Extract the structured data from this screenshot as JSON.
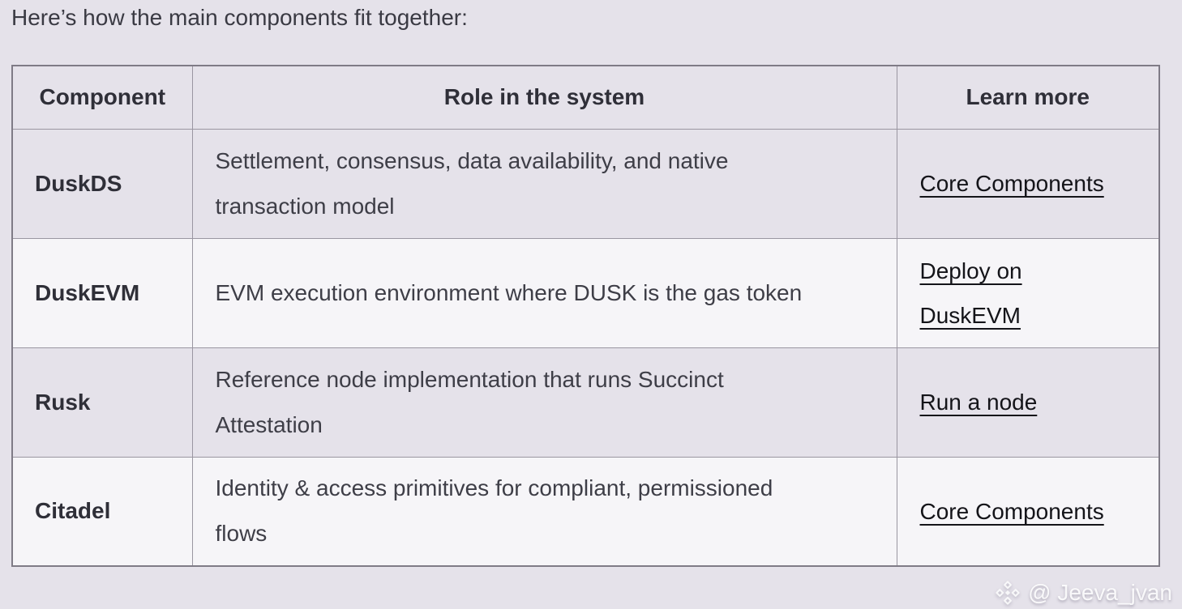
{
  "heading": "Here’s how the main components fit together:",
  "table": {
    "headers": [
      "Component",
      "Role in the system",
      "Learn more"
    ],
    "rows": [
      {
        "component": "DuskDS",
        "role": "Settlement, consensus, data availability, and native transaction model",
        "link": "Core Components"
      },
      {
        "component": "DuskEVM",
        "role": "EVM execution environment where DUSK is the gas token",
        "link": "Deploy on DuskEVM"
      },
      {
        "component": "Rusk",
        "role": "Reference node implementation that runs Succinct Attestation",
        "link": "Run a node"
      },
      {
        "component": "Citadel",
        "role": "Identity & access primitives for compliant, permissioned flows",
        "link": "Core Components"
      }
    ]
  },
  "watermark": {
    "handle": "@ Jeeva_jvan",
    "icon": "binance-diamond-icon"
  },
  "colors": {
    "page_bg": "#e5e2ea",
    "row_alt_bg": "#f6f5f8",
    "border_inner": "#9a96a1",
    "border_outer": "#7f7b86",
    "heading_text": "#3a3a43",
    "body_text": "#3e3e47",
    "bold_text": "#2f2f38",
    "link_text": "#141419",
    "watermark_text": "#ffffff"
  }
}
